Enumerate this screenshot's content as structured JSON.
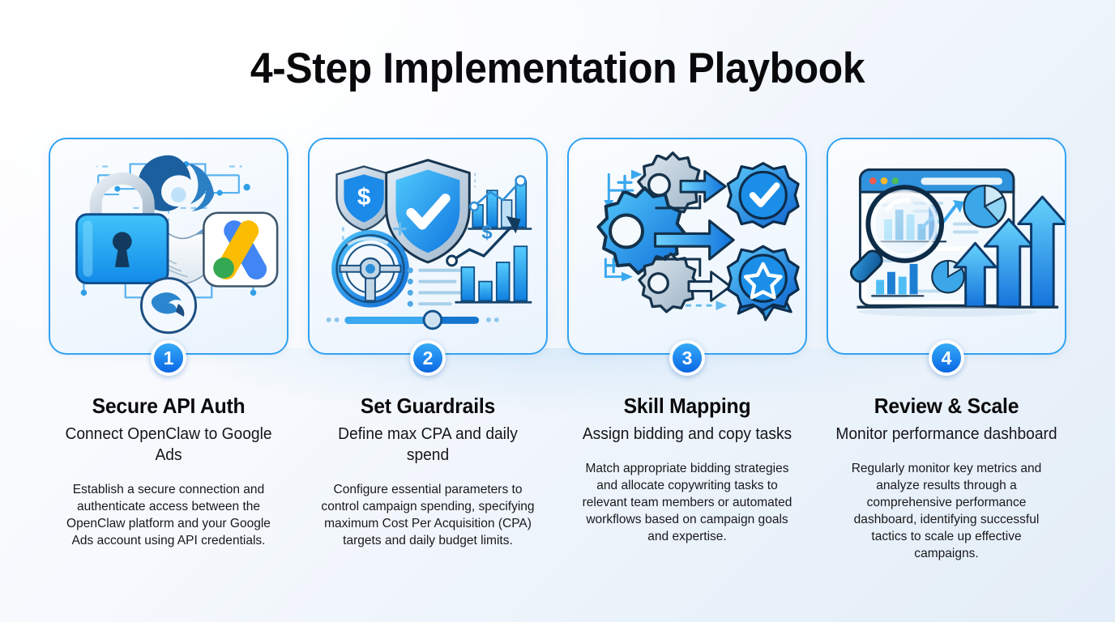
{
  "header": {
    "title": "4-Step Implementation Playbook"
  },
  "theme": {
    "accent": "#1e86ef",
    "accent_light": "#35aaf5",
    "accent_deep": "#0a66e0",
    "card_border": "#33a2f0",
    "badge_text": "#ffffff",
    "text": "#0a0a0c",
    "page_bg_start": "#fdfdff",
    "page_bg_end": "#e4eef8",
    "google_blue": "#4285f4",
    "google_yellow": "#fbbc04",
    "google_green": "#34a853",
    "dot_red": "#f05b4f",
    "dot_yellow": "#f7b731",
    "dot_green": "#4cbb5c"
  },
  "steps": [
    {
      "number": "1",
      "title": "Secure API Auth",
      "subtitle": "Connect OpenClaw to Google Ads",
      "body": "Establish a secure connection and authenticate access between the OpenClaw platform and your Google Ads account using API credentials.",
      "illustration": "padlock-handshake-google-ads-circuit",
      "icons": [
        "padlock-icon",
        "handshake-icon",
        "google-ads-logo-icon",
        "openclaw-claw-logo-icon",
        "circuit-lines-icon",
        "refresh-circle-icon"
      ]
    },
    {
      "number": "2",
      "title": "Set Guardrails",
      "subtitle": "Define max CPA and daily spend",
      "body": "Configure essential parameters to control campaign spending, specifying maximum Cost Per Acquisition (CPA) targets and daily budget limits.",
      "illustration": "shields-steering-wheel-charts-slider",
      "icons": [
        "dollar-shield-icon",
        "check-shield-icon",
        "steering-wheel-icon",
        "bar-chart-icon",
        "trend-up-arrow-icon",
        "slider-control-icon",
        "list-lines-icon"
      ]
    },
    {
      "number": "3",
      "title": "Skill Mapping",
      "subtitle": "Assign bidding and copy tasks",
      "body": "Match appropriate bidding strategies and allocate copywriting tasks to relevant team members or automated workflows based on campaign goals and expertise.",
      "illustration": "gears-arrows-award-ribbons",
      "icons": [
        "gear-icon",
        "arrow-right-icon",
        "award-ribbon-check-icon",
        "award-ribbon-star-icon",
        "plus-icon"
      ]
    },
    {
      "number": "4",
      "title": "Review & Scale",
      "subtitle": "Monitor performance dashboard",
      "body": "Regularly monitor key metrics and analyze results through a comprehensive performance dashboard, identifying successful tactics to scale up effective campaigns.",
      "illustration": "dashboard-magnifier-charts-up-arrows",
      "icons": [
        "browser-window-icon",
        "magnifier-icon",
        "bar-chart-icon",
        "pie-chart-icon",
        "trend-up-arrow-icon",
        "up-arrow-icon"
      ]
    }
  ]
}
